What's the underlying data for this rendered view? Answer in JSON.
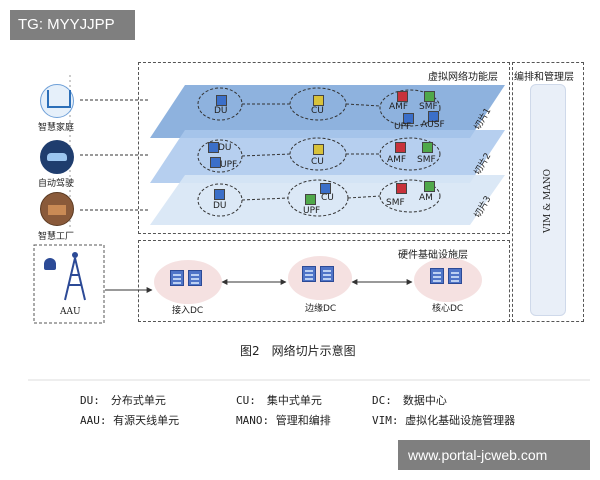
{
  "watermark_top": "TG: MYYJJPP",
  "watermark_bottom": "www.portal-jcweb.com",
  "layers": {
    "virtual": "虚拟网络功能层",
    "mgmt": "编排和管理层",
    "infra": "硬件基础设施层"
  },
  "mano_label": "VIM & MANO",
  "slices": [
    {
      "label": "切片1",
      "nodes": [
        "DU",
        "CU",
        "AMF",
        "SMF",
        "UPF",
        "AUSF"
      ]
    },
    {
      "label": "切片2",
      "nodes": [
        "DU",
        "UPF",
        "CU",
        "AMF",
        "SMF"
      ]
    },
    {
      "label": "切片3",
      "nodes": [
        "DU",
        "CU",
        "UPF",
        "SMF",
        "AM"
      ]
    }
  ],
  "apps": [
    "智慧家庭",
    "自动驾驶",
    "智慧工厂"
  ],
  "aau": "AAU",
  "dcs": [
    "接入DC",
    "边缘DC",
    "核心DC"
  ],
  "caption": "图2　网络切片示意图",
  "legend": [
    "DU:　分布式单元",
    "CU:　集中式单元",
    "DC:　数据中心",
    "AAU: 有源天线单元",
    "MANO: 管理和编排",
    "VIM: 虚拟化基础设施管理器"
  ],
  "colors": {
    "slice1": "#7aa4d8",
    "slice2": "#a9c7ec",
    "slice3": "#cfe0f4",
    "cube_blue": "#3b6fc9",
    "cube_yellow": "#d8c23a",
    "cube_green": "#4fa84a",
    "cube_red": "#c8323a"
  }
}
